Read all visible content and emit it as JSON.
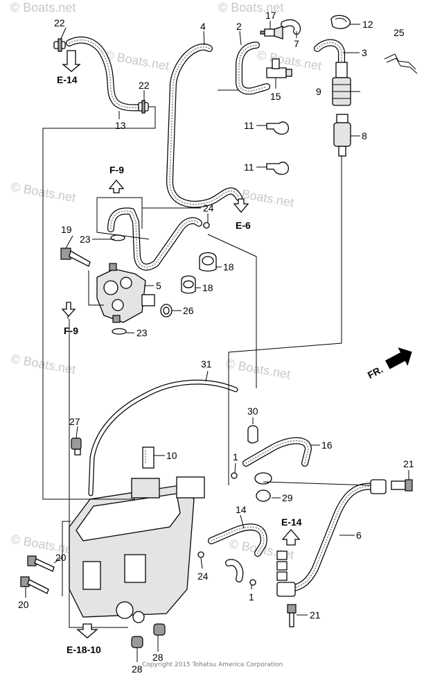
{
  "watermarks": [
    "© Boats.net",
    "© Boats.net",
    "© Boats.net",
    "© Boats.net",
    "© Boats.net",
    "© Boats.net",
    "© Boats.net",
    "© Boats.net",
    "© Boats.net",
    "© Boats.net"
  ],
  "copyright": "Copyright 2015 Tohatsu America Corporation",
  "direction": "FR.",
  "refs": {
    "e14_top": "E-14",
    "f9_top": "F-9",
    "e6": "E-6",
    "f9_left": "F-9",
    "e14_right": "E-14",
    "e18": "E-18-10"
  },
  "callouts": {
    "c22a": "22",
    "c22b": "22",
    "c13": "13",
    "c4": "4",
    "c2": "2",
    "c17": "17",
    "c7": "7",
    "c12": "12",
    "c3": "3",
    "c25": "25",
    "c15": "15",
    "c9": "9",
    "c11a": "11",
    "c8": "8",
    "c11b": "11",
    "c24a": "24",
    "c19": "19",
    "c23a": "23",
    "c18a": "18",
    "c5": "5",
    "c18b": "18",
    "c26": "26",
    "c23b": "23",
    "c31": "31",
    "c27": "27",
    "c30": "30",
    "c10": "10",
    "c1a": "1",
    "c16": "16",
    "c21a": "21",
    "c29": "29",
    "c14": "14",
    "c6": "6",
    "c20a": "20",
    "c24b": "24",
    "c1b": "1",
    "c20b": "20",
    "c21b": "21",
    "c28a": "28",
    "c28b": "28"
  }
}
